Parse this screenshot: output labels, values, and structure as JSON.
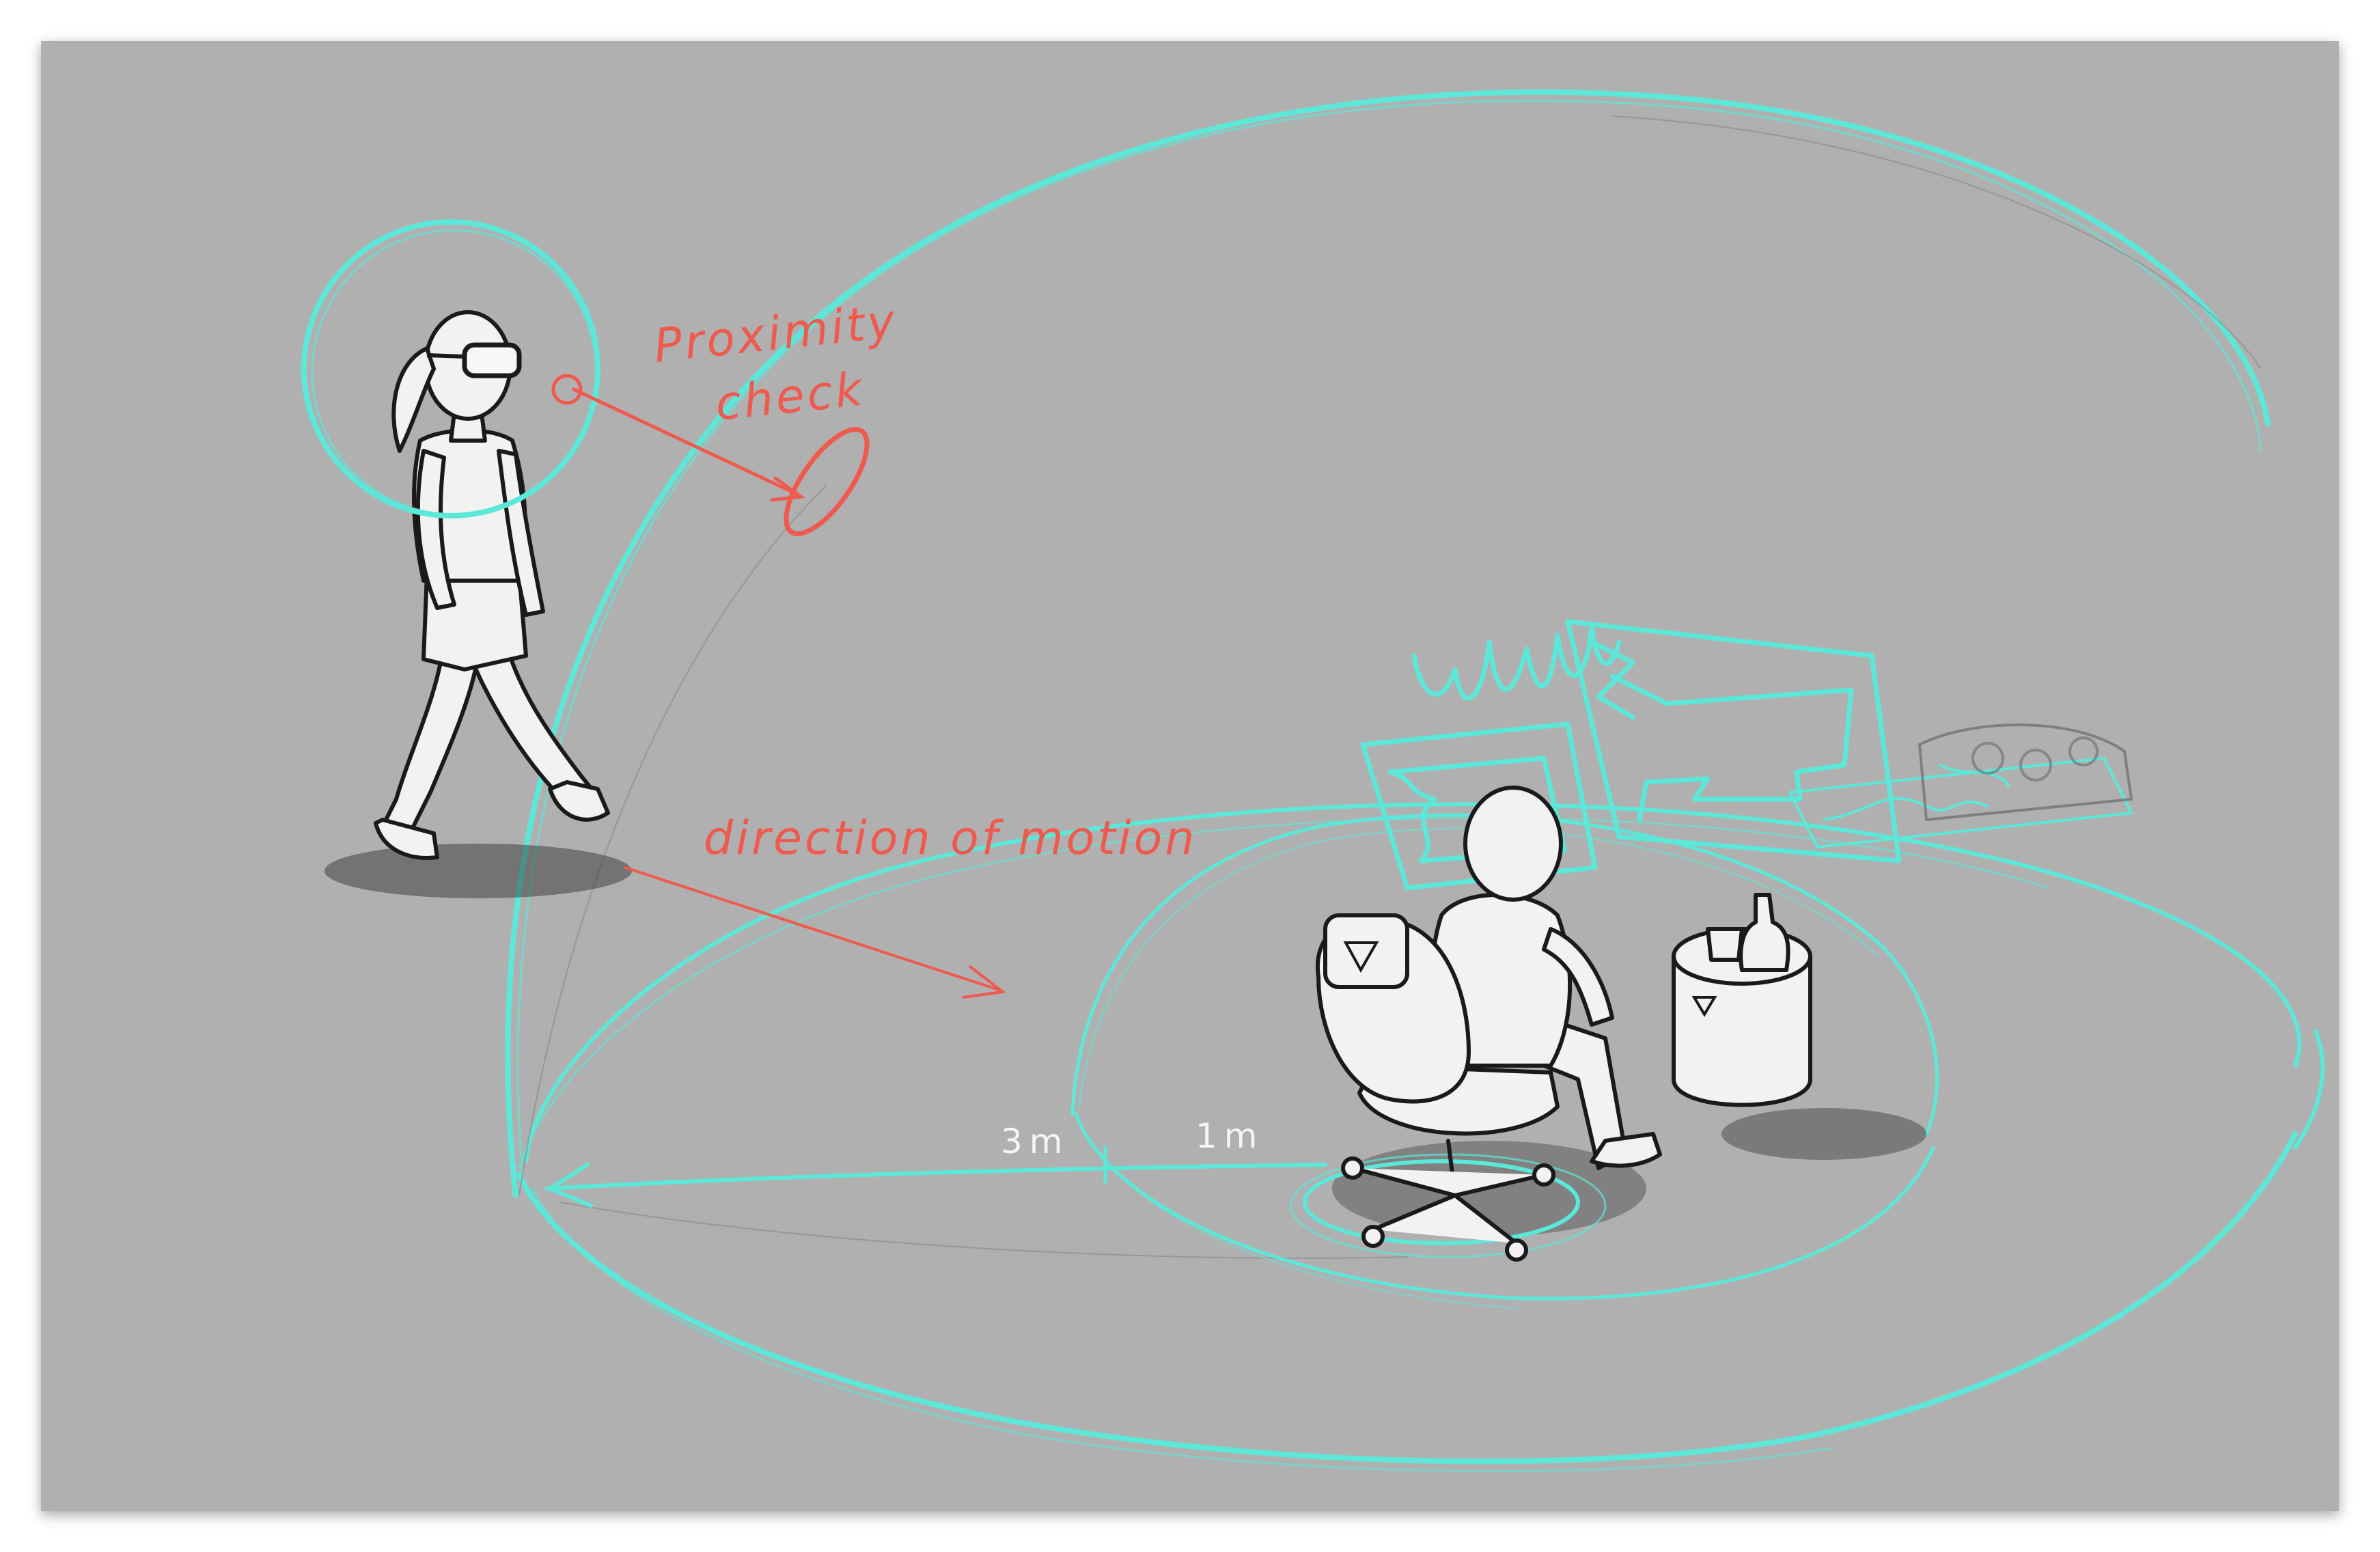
{
  "annotations": {
    "proximity_line1": "Proximity",
    "proximity_line2": "check",
    "motion_label": "direction of motion"
  },
  "distances": {
    "outer_radius": "3m",
    "inner_radius": "1m"
  },
  "colors": {
    "background": "#b0b0b0",
    "boundary": "#5ce8d8",
    "annotation": "#ee5a4e",
    "figure_fill": "#f2f2f2",
    "figure_outline": "#1a1a1a"
  }
}
